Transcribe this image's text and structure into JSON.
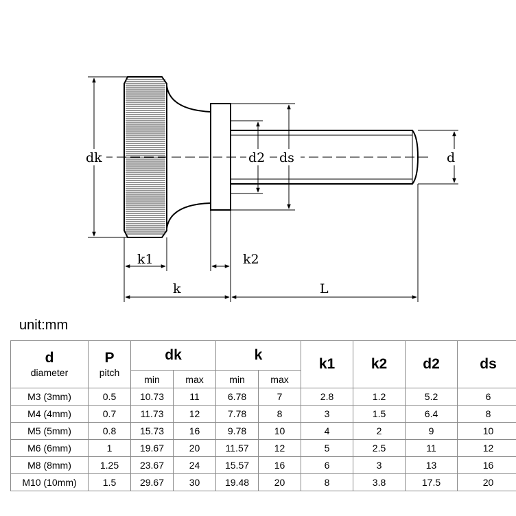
{
  "drawing": {
    "labels": {
      "dk": "dk",
      "d2": "d2",
      "ds": "ds",
      "d": "d",
      "k1": "k1",
      "k2": "k2",
      "k": "k",
      "L": "L"
    }
  },
  "unit_label": "unit:mm",
  "table": {
    "headers": {
      "d": {
        "main": "d",
        "sub": "diameter"
      },
      "P": {
        "main": "P",
        "sub": "pitch"
      },
      "dk": {
        "main": "dk",
        "min": "min",
        "max": "max"
      },
      "k": {
        "main": "k",
        "min": "min",
        "max": "max"
      },
      "k1": "k1",
      "k2": "k2",
      "d2": "d2",
      "ds": "ds"
    },
    "rows": [
      [
        "M3 (3mm)",
        "0.5",
        "10.73",
        "11",
        "6.78",
        "7",
        "2.8",
        "1.2",
        "5.2",
        "6"
      ],
      [
        "M4 (4mm)",
        "0.7",
        "11.73",
        "12",
        "7.78",
        "8",
        "3",
        "1.5",
        "6.4",
        "8"
      ],
      [
        "M5 (5mm)",
        "0.8",
        "15.73",
        "16",
        "9.78",
        "10",
        "4",
        "2",
        "9",
        "10"
      ],
      [
        "M6 (6mm)",
        "1",
        "19.67",
        "20",
        "11.57",
        "12",
        "5",
        "2.5",
        "11",
        "12"
      ],
      [
        "M8 (8mm)",
        "1.25",
        "23.67",
        "24",
        "15.57",
        "16",
        "6",
        "3",
        "13",
        "16"
      ],
      [
        "M10 (10mm)",
        "1.5",
        "29.67",
        "30",
        "19.48",
        "20",
        "8",
        "3.8",
        "17.5",
        "20"
      ]
    ]
  }
}
